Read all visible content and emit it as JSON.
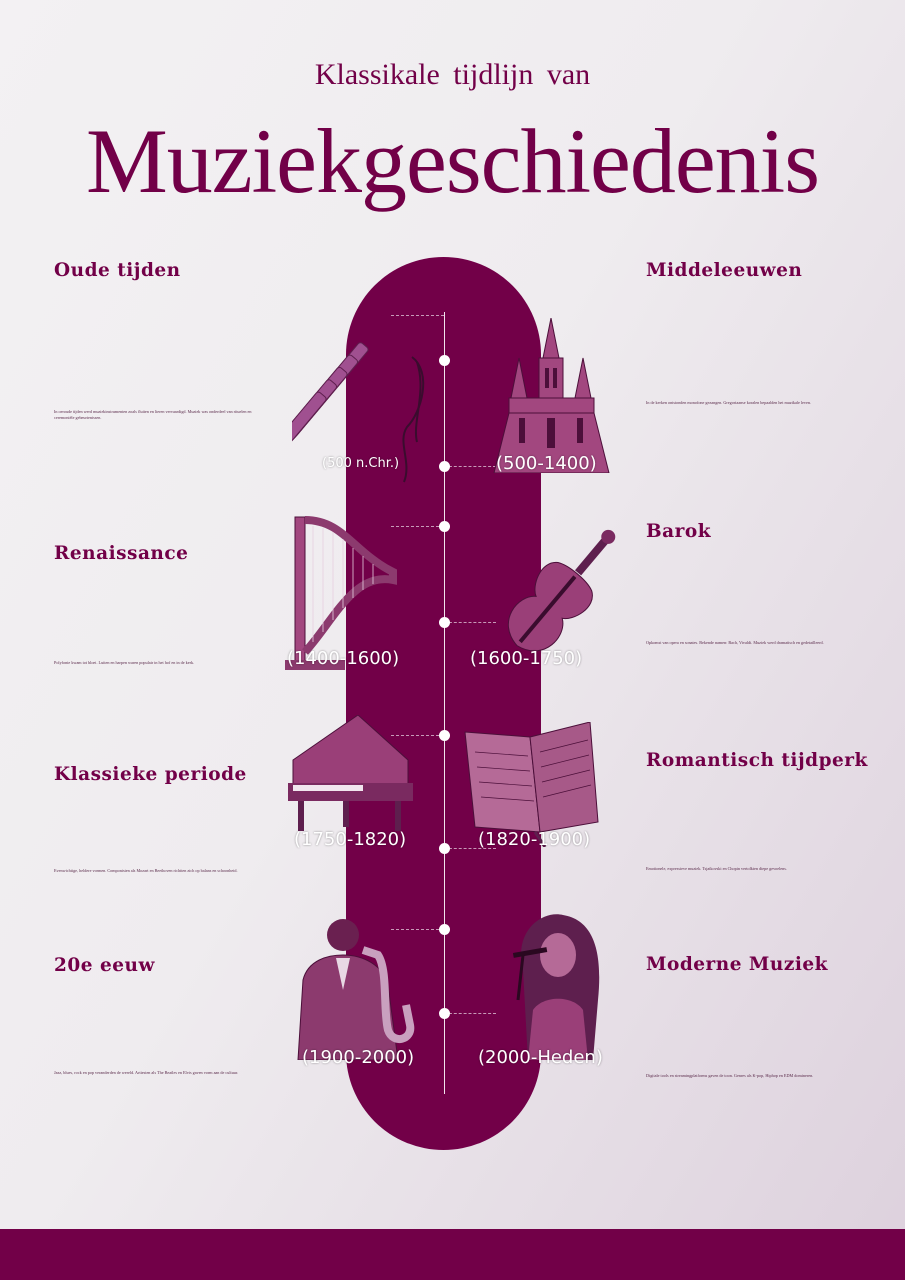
{
  "header": {
    "subtitle": "Klassikale tijdlijn van",
    "title": "Muziekgeschiedenis"
  },
  "colors": {
    "accent": "#720048",
    "background": "#efecef",
    "date_text": "#ffffff"
  },
  "eras": [
    {
      "title": "Oude tijden",
      "date": "(500 n.Chr.)",
      "description": "In oeroude tijden werd muziekinstrumenten zoals fluiten en lieren vervaardigd. Muziek was onderdeel van rituelen en ceremoniële gebeurtenissen.",
      "icon": "pan-flute-icon"
    },
    {
      "title": "Middeleeuwen",
      "date": "(500-1400)",
      "description": "In de kerken ontstonden monofone gezangen. Gregoriaanse koralen bepaalden het muzikale leven.",
      "icon": "cathedral-icon"
    },
    {
      "title": "Renaissance",
      "date": "(1400-1600)",
      "description": "Polyfonie kwam tot bloei. Luiten en harpen waren populair in het hof en in de kerk.",
      "icon": "harp-icon"
    },
    {
      "title": "Barok",
      "date": "(1600-1750)",
      "description": "Opkomst van opera en sonates. Bekende namen: Bach, Vivaldi. Muziek werd dramatisch en gedetailleerd.",
      "icon": "violin-icon"
    },
    {
      "title": "Klassieke periode",
      "date": "(1750-1820)",
      "description": "Evenwichtige, heldere vormen. Componisten als Mozart en Beethoven richtten zich op balans en schoonheid.",
      "icon": "grand-piano-icon"
    },
    {
      "title": "Romantisch tijdperk",
      "date": "(1820-1900)",
      "description": "Emotionele, expressieve muziek. Tsjaikovski en Chopin vertolkten diepe gevoelens.",
      "icon": "sheet-music-icon"
    },
    {
      "title": "20e eeuw",
      "date": "(1900-2000)",
      "description": "Jazz, blues, rock en pop veranderden de wereld. Artiesten als The Beatles en Elvis gaven vorm aan de cultuur.",
      "icon": "saxophone-player-icon"
    },
    {
      "title": "Moderne Muziek",
      "date": "(2000-Heden)",
      "description": "Digitale tools en streamingplatforms gaven de toon. Genres als K-pop, Hiphop en EDM domineren.",
      "icon": "singer-icon"
    }
  ]
}
